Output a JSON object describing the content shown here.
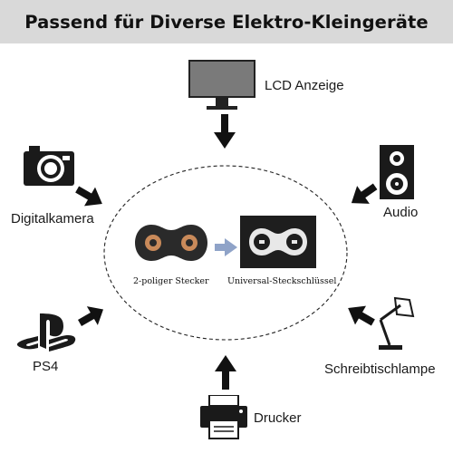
{
  "header": {
    "title": "Passend für Diverse Elektro-Kleingeräte"
  },
  "devices": {
    "lcd": {
      "label": "LCD Anzeige",
      "icon": "monitor-icon"
    },
    "camera": {
      "label": "Digitalkamera",
      "icon": "camera-icon"
    },
    "audio": {
      "label": "Audio",
      "icon": "speaker-icon"
    },
    "ps4": {
      "label": "PS4",
      "icon": "playstation-icon"
    },
    "lamp": {
      "label": "Schreibtischlampe",
      "icon": "desk-lamp-icon"
    },
    "printer": {
      "label": "Drucker",
      "icon": "printer-icon"
    }
  },
  "center": {
    "plug_label": "2-poliger Stecker",
    "socket_label": "Universal-Steckschlüssel"
  },
  "colors": {
    "header_bg": "#d9d9d9",
    "icon": "#1a1a1a",
    "arrow": "#111111",
    "connector_arrow": "#8fa3c8",
    "plug_pins": "#c98a5a"
  }
}
